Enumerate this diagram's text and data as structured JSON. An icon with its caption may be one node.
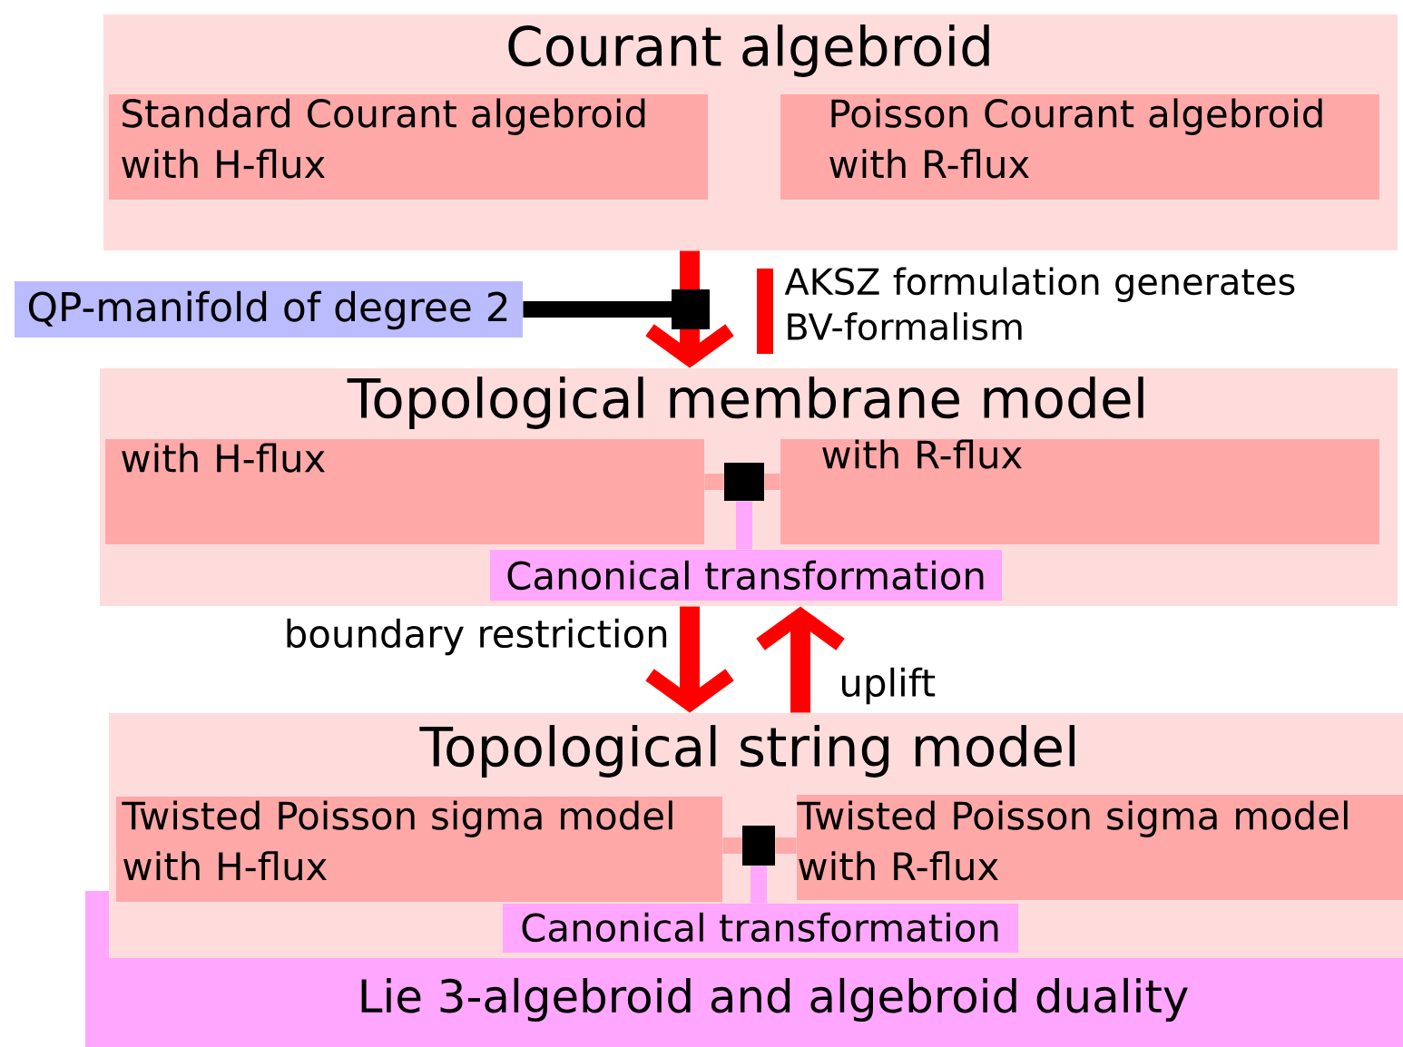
{
  "diagram": {
    "nodes": [
      {
        "text": [
          "Courant algebroid"
        ]
      },
      {
        "text": [
          "Standard Courant algebroid with H-flux"
        ],
        "in": 0
      },
      {
        "text": [
          "Poisson Courant algebroid with R-flux"
        ],
        "in": 0
      },
      {
        "text": [
          "QP-manifold of degree 2"
        ]
      },
      {
        "text": [
          "Topological membrane model"
        ]
      },
      {
        "text": [
          "with H-flux"
        ],
        "in": 4
      },
      {
        "text": [
          "with R-flux"
        ],
        "in": 4
      },
      {
        "text": [],
        "shape": "box",
        "in": 4
      },
      {
        "text": [
          "Canonical transformation"
        ],
        "in": 4
      },
      {
        "text": [
          "Topological string model"
        ]
      },
      {
        "text": [
          "Twisted Poisson sigma model with H-flux"
        ],
        "in": 9
      },
      {
        "text": [
          "Twisted Poisson sigma model with R-flux"
        ],
        "in": 9
      },
      {
        "text": [],
        "shape": "box",
        "in": 9
      },
      {
        "text": [
          "Canonical transformation"
        ]
      },
      {
        "text": [
          "Lie 3-algebroid and algebroid duality"
        ]
      }
    ],
    "edges": [
      {
        "from": 0,
        "to": 4,
        "arrow": "to",
        "color": "#ff0000"
      },
      {
        "from": 3,
        "to": null,
        "arrow": "other",
        "color": "#000000"
      },
      {
        "from": 5,
        "to": 7,
        "arrow": "none",
        "color": "#ffa8a8"
      },
      {
        "from": 7,
        "to": 6,
        "arrow": "none",
        "color": "#ffa8a8"
      },
      {
        "from": 7,
        "to": 8,
        "arrow": "none",
        "color": "#ffa6ff"
      },
      {
        "from": 4,
        "to": 9,
        "arrow": "to",
        "label": "boundary restriction",
        "color": "#ff0000"
      },
      {
        "from": 9,
        "to": 4,
        "arrow": "to",
        "label": "uplift",
        "color": "#ff0000"
      },
      {
        "from": 10,
        "to": 12,
        "arrow": "none",
        "color": "#ffa8a8"
      },
      {
        "from": 12,
        "to": 11,
        "arrow": "none",
        "color": "#ffa8a8"
      },
      {
        "from": 12,
        "to": 13,
        "arrow": "none",
        "color": "#ffa6ff"
      }
    ],
    "labels": [
      "AKSZ formulation generates BV-formalism"
    ]
  }
}
